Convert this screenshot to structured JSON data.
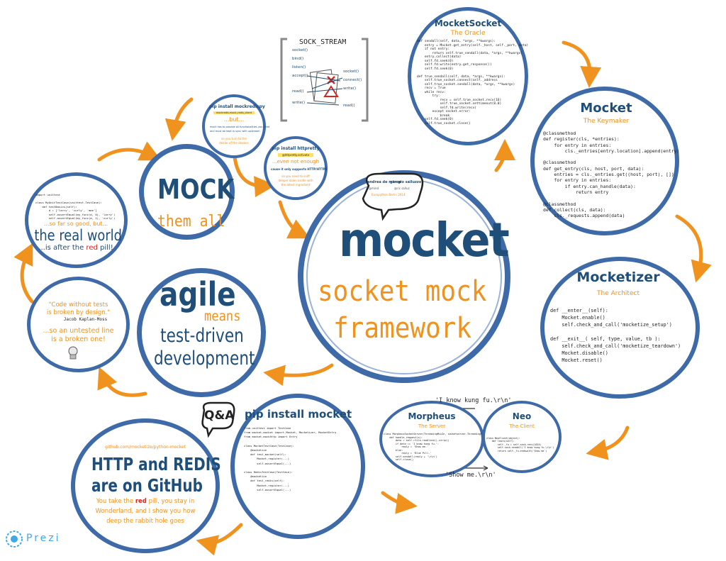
{
  "central": {
    "speaker1": "andrea de marco",
    "speaker1_handle": "@mind",
    "speaker2": "giorgio salluzzo",
    "speaker2_handle": "@ric salluz",
    "speaker_note": "Europython Berlin 2014",
    "title": "mocket",
    "subtitle_line1": "socket mock",
    "subtitle_line2": "framework"
  },
  "mock": {
    "title": "MOCK",
    "subtitle": "them all"
  },
  "mockredis": {
    "title": "pip install mockredispy",
    "tag": "mockredis.mock_redis_client",
    "but": "...but...",
    "text1": "mock has to provide all functionalities you need",
    "text2": "and must be kept in sync with upstream",
    "text3": "so you turn to the",
    "text4": "dealer of the dealers"
  },
  "httpretty": {
    "title": "pip install httpretty",
    "tag": "@httpretty.activate",
    "even_not": "...even not enough",
    "text1": "cause it only supports HTTP/HTTPS",
    "text2": "so you need to sniff",
    "text3": "deeper down inside with",
    "text4": "the latest ingredient"
  },
  "sock_stream": {
    "title": "SOCK_STREAM",
    "left_calls": [
      "socket()",
      "bind()",
      "listen()",
      "accept()",
      "read()",
      "write()"
    ],
    "right_calls": [
      "socket()",
      "connect()",
      "write()",
      "read()"
    ]
  },
  "mocketsocket": {
    "title": "MocketSocket",
    "subtitle": "The Oracle",
    "code": "def sendall(self, data, *args, **kwargs):\n    entry = Mocket.get_entry(self._host, self._port, data)\n    if not entry:\n        return self.true_sendall(data, *args, **kwargs)\n    entry.collect(data)\n    self.fd.seek(0)\n    self.fd.write(entry.get_response())\n    self.fd.seek(0)\n\ndef true_sendall(self, data, *args, **kwargs):\n    self.true_socket.connect(self._address\n    self.true_socket.sendall(data, *args, **kwargs)\n    recv = True\n    while recv:\n        try:\n            recv = self.true_socket.recv(16)\n            self.true_socket.settimeout(0.0)\n            self.fd.write(recv)\n        except socket.error:\n            break\n    self.fd.seek(0)\n    self.true_socket.close()"
  },
  "mocket": {
    "title": "Mocket",
    "subtitle": "The Keymaker",
    "code": "@classmethod\ndef register(cls, *entries):\n    for entry in entries:\n        cls._entries[entry.location].append(entry)\n\n@classmethod\ndef get_entry(cls, host, port, data):\n    entries = cls._entries.get((host, port), [])\n    for entry in entries:\n        if entry.can_handle(data):\n            return entry\n\n@classmethod\ndef collect(cls, data):\n    cls._requests.append(data)"
  },
  "mocketizer": {
    "title": "Mocketizer",
    "subtitle": "The Architect",
    "code": "def __enter__(self):\n    Mocket.enable()\n    self.check_and_call('mocketize_setup')\n\ndef __exit__( self, type, value, tb ):\n    self.check_and_call('mocketize_teardown')\n    Mocket.disable()\n    Mocket.reset()"
  },
  "morpheus": {
    "title": "Morpheus",
    "subtitle": "The Server",
    "code": "class MorpheusSocketServer(ThreadingMixIn, socketserver.ThreadingTCPServer):\n    def handle_request(s):\n        data = self.rfile.readline().strip()\n        if data == 'I know kung fu.':\n            reply = 'Show me.'\n        else:\n            reply = 'Blue Pill.'\n        self.sendall(reply + '\\r\\n')\n        self.close()"
  },
  "neo": {
    "title": "Neo",
    "subtitle": "The Client",
    "code": "class NeoClient(object):\n    def learn(self):\n        self._fu = self.sock.recv(1024)\n        self.sock.sendall('I know kung fu.\\r\\n')\n        return self._fu.endswith('Show me')"
  },
  "matrix": {
    "request": "'I know kung fu.\\r\\n'",
    "response": "'Show me.\\r\\n'"
  },
  "pip_mocket": {
    "title": "pip install mocket",
    "code": "from unittest import TestCase\nfrom mocket.mocket import Mocket, Mocketizer, MocketEntry\nfrom mocket.mockhttp import Entry\n\nclass MocketTestCase(TestCase):\n    @mocketize\n    def test_mocket(self):\n        Mocket.register(...)\n        self.assertEqual(...)\n\nclass RedisTestCase(TestCase):\n    @mocketize\n    def test_redis(self):\n        Mocket.register(...)\n        self.assertEqual(...)"
  },
  "qa": "Q&A",
  "github": {
    "url": "github.com/mocketize/python-mocket",
    "line1": "HTTP and REDIS",
    "line2": "are on GitHub",
    "text1": "You take the",
    "red": "red",
    "text2": "pill, you stay in",
    "text3": "Wonderland, and I show you how",
    "text4": "deep the rabbit hole goes"
  },
  "agile": {
    "title": "agile",
    "means": "means",
    "line1": "test-driven",
    "line2": "development"
  },
  "quote": {
    "text1": "\"Code without tests",
    "text2": "is broken by design.\"",
    "author": "Jacob Kaplan-Moss",
    "text3": "...so an untested line",
    "text4": "is a broken one!"
  },
  "realworld": {
    "code": "import unittest\n\nclass MyUnitTestCase(unittest.TestCase):\n    def testBasics(self):\n        d = ['larry', 'curly', 'moe']\n        self.assertEqual(my_func(d, 0), 'larry')\n        self.assertEqual(my_func(d, 1), 'curly')",
    "sofar": "...so far so good, but...",
    "title": "the real world",
    "after1": "...is after the",
    "red": "red",
    "after2": "pill!"
  },
  "prezi": "Prezi",
  "colors": {
    "blue_border": "#3e6aa8",
    "dark_blue": "#1f4e79",
    "orange": "#f0921e",
    "red": "#d6271f"
  }
}
